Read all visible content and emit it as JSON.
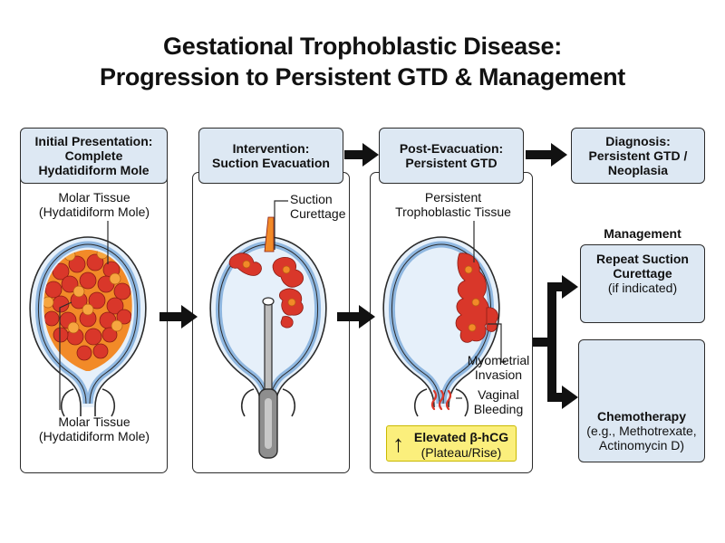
{
  "title": {
    "line1": "Gestational Trophoblastic Disease:",
    "line2": "Progression to Persistent GTD & Management"
  },
  "stages": [
    {
      "header": [
        "Initial Presentation:",
        "Complete",
        "Hydatidiform Mole"
      ]
    },
    {
      "header": [
        "Intervention:",
        "Suction Evacuation"
      ]
    },
    {
      "header": [
        "Post-Evacuation:",
        "Persistent GTD"
      ]
    },
    {
      "header": [
        "Diagnosis:",
        "Persistent GTD /",
        "Neoplasia"
      ]
    }
  ],
  "labels": {
    "molar_top": [
      "Molar Tissue",
      "(Hydatidiform Mole)"
    ],
    "molar_bottom": [
      "Molar Tissue",
      "(Hydatidiform Mole)"
    ],
    "suction": [
      "Suction",
      "Curettage"
    ],
    "persistent": [
      "Persistent",
      "Trophoblastic Tissue"
    ],
    "myometrial": [
      "Myometrial",
      "Invasion"
    ],
    "vaginal": [
      "Vaginal",
      "Bleeding"
    ]
  },
  "hcg": {
    "line1": "Elevated β-hCG",
    "line2": "(Plateau/Rise)"
  },
  "management": {
    "title": "Management",
    "repeat": {
      "title": [
        "Repeat Suction",
        "Curettage"
      ],
      "note": "(if indicated)"
    },
    "chemo": {
      "title": "Chemotherapy",
      "note": [
        "(e.g., Methotrexate,",
        "Actinomycin D)"
      ]
    }
  },
  "colors": {
    "header_fill": "#dde8f3",
    "outline": "#2b2b2b",
    "uterus_wall": "#8fb7e0",
    "tissue_red": "#d9372a",
    "tissue_orange": "#f28a28",
    "highlight_yellow": "#fbef7c"
  },
  "icons": [
    "curette-icon",
    "pill-bottle-icon",
    "iv-bag-icon",
    "capsule-icon",
    "bleeding-icon",
    "up-arrow-icon"
  ]
}
